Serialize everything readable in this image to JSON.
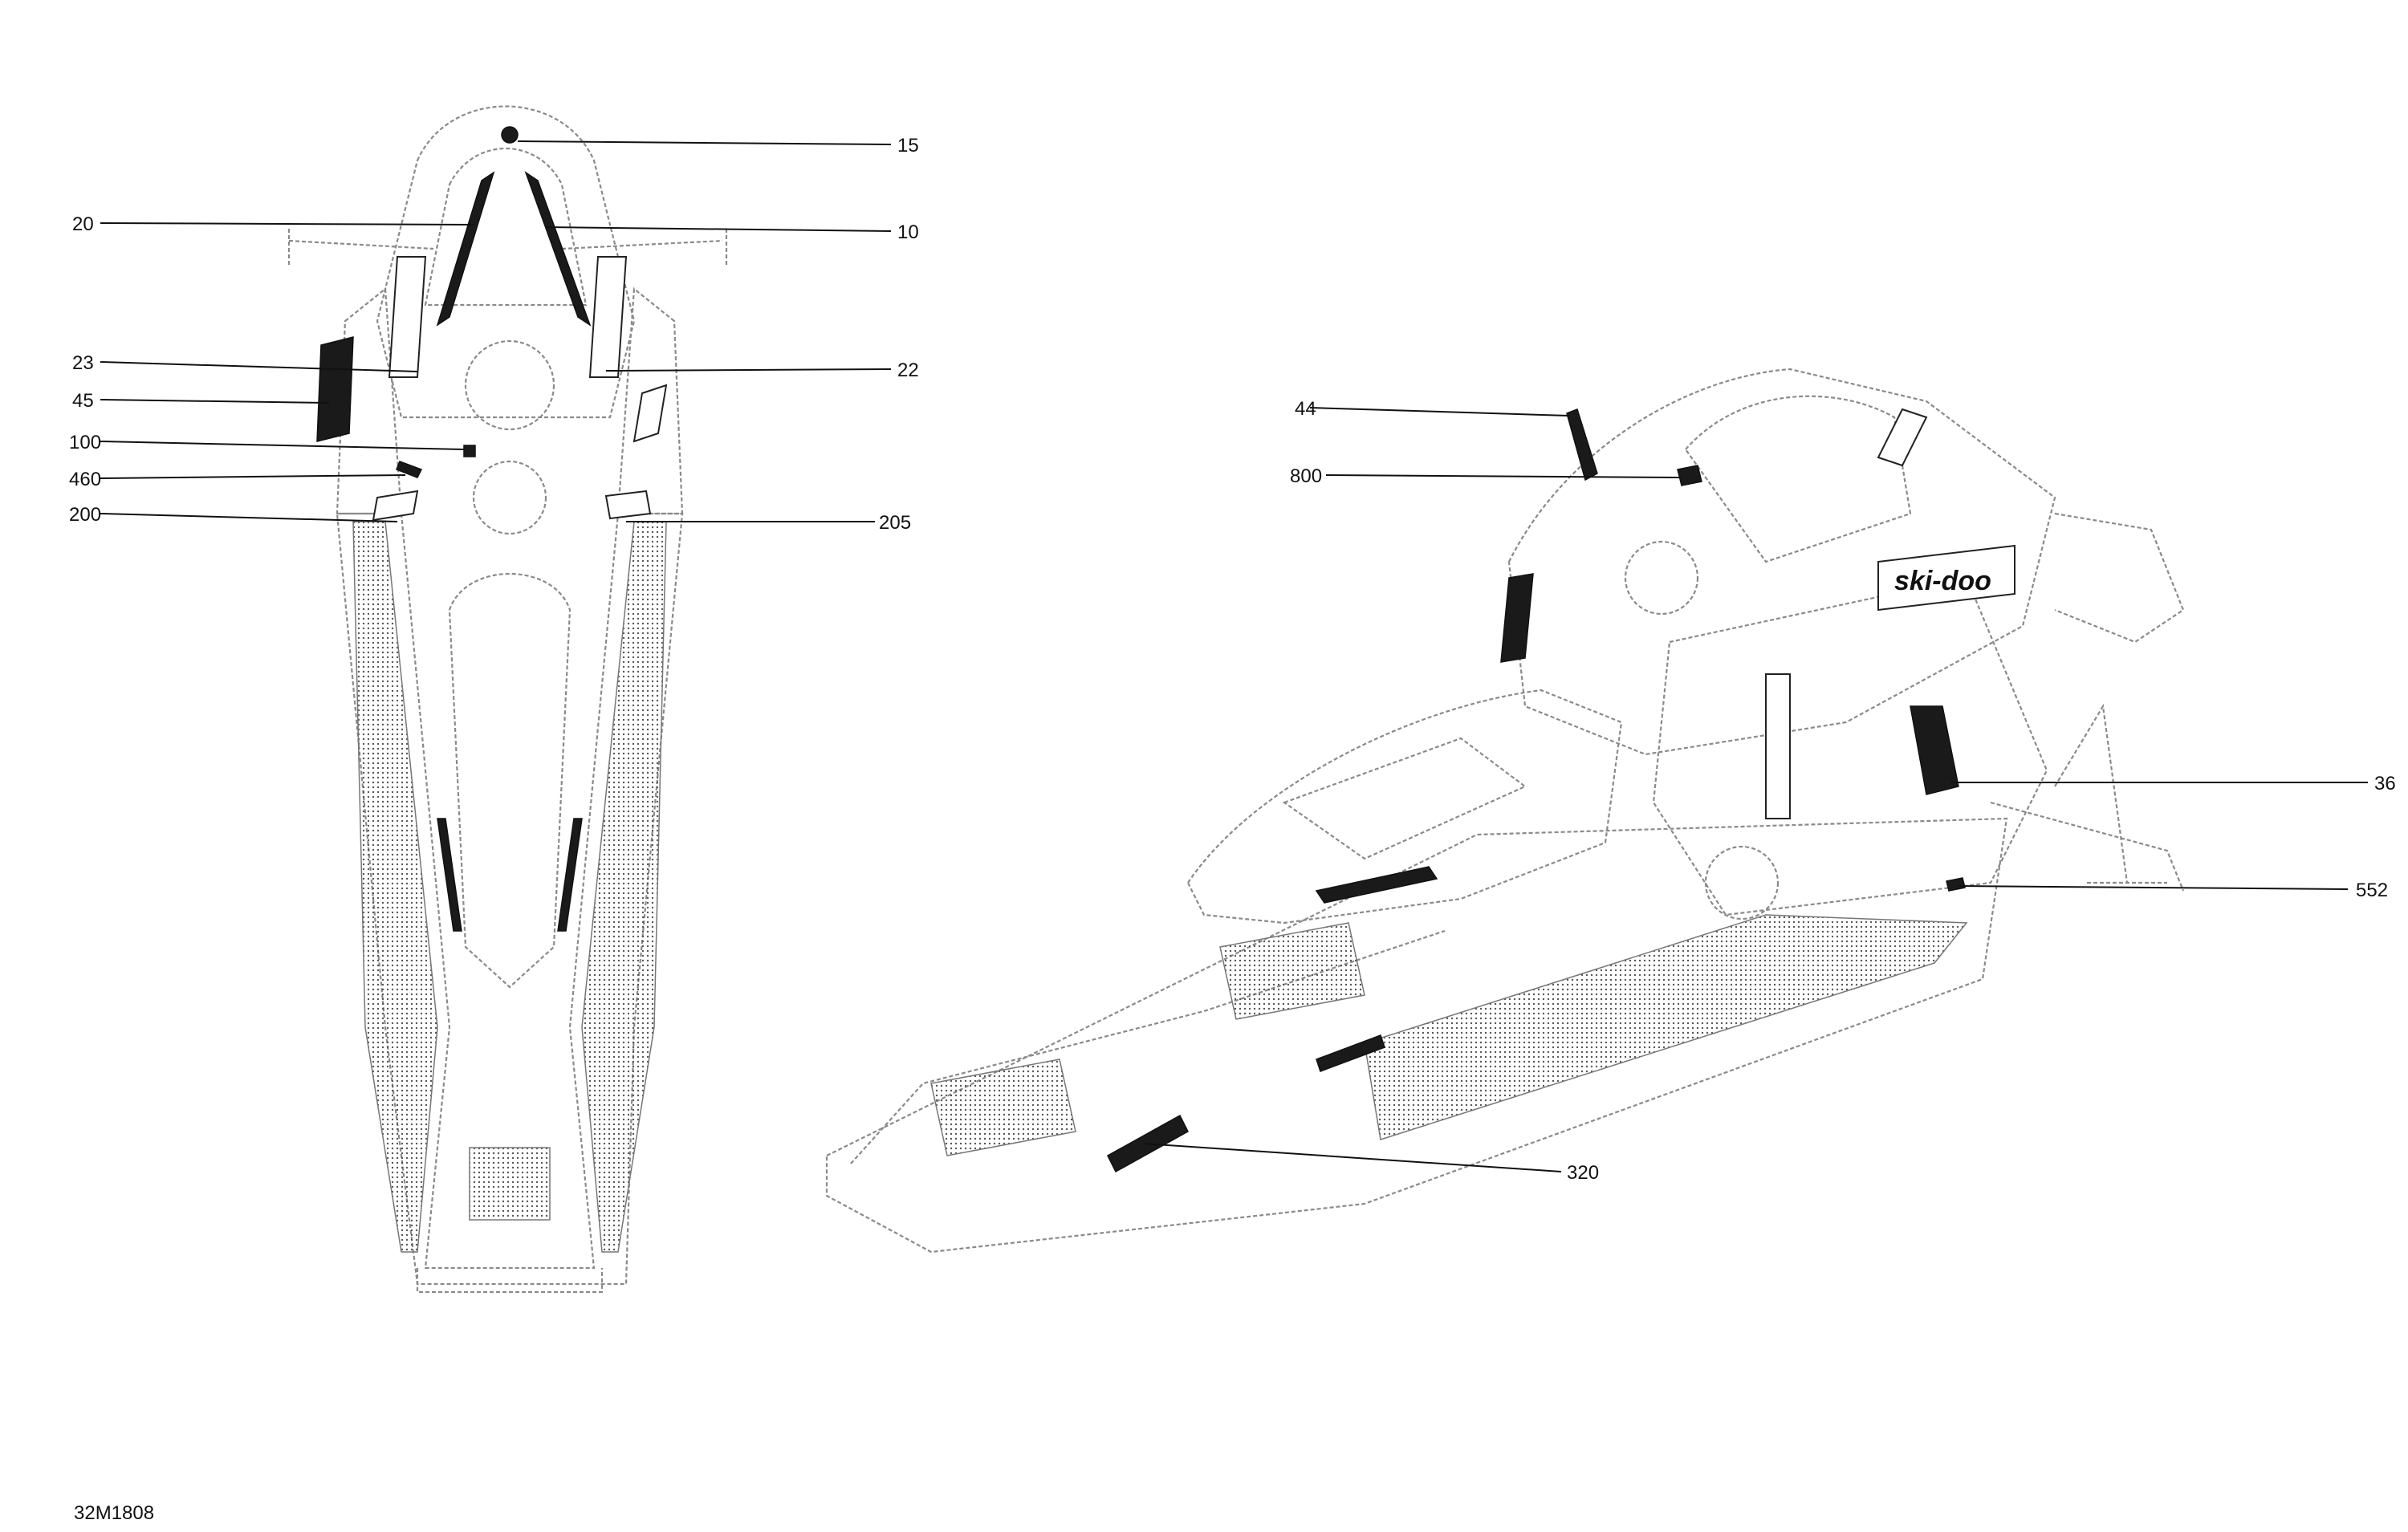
{
  "drawing_number": "32M1808",
  "top_view": {
    "callouts": [
      "15",
      "20",
      "10",
      "23",
      "22",
      "45",
      "100",
      "460",
      "200",
      "205"
    ]
  },
  "side_view": {
    "callouts": [
      "44",
      "800",
      "36",
      "552",
      "320"
    ],
    "brand_text": "ski-doo"
  }
}
